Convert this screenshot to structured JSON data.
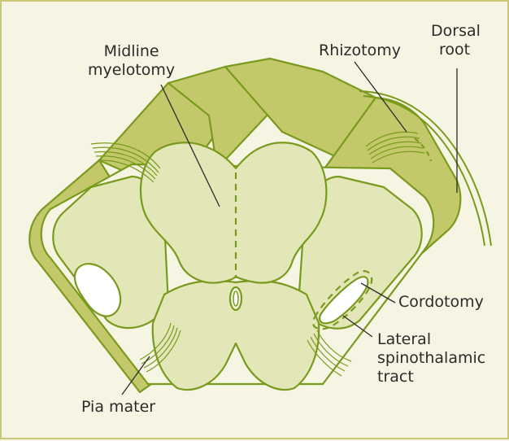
{
  "labels": {
    "midline_myelotomy": [
      "Midline",
      "myelotomy"
    ],
    "rhizotomy": "Rhizotomy",
    "dorsal_root": [
      "Dorsal",
      "root"
    ],
    "cordotomy": "Cordotomy",
    "lateral_spinothalamic_tract": [
      "Lateral",
      "spinothalamic",
      "tract"
    ],
    "pia_mater": "Pia mater"
  },
  "colors": {
    "background": "#f6f4e2",
    "border": "#c9c776",
    "outline": "#7a9a1e",
    "dark_green": "#c3c96a",
    "mid_green": "#d5da8f",
    "light_green": "#e3e7b8",
    "white_matter": "#ffffff"
  }
}
